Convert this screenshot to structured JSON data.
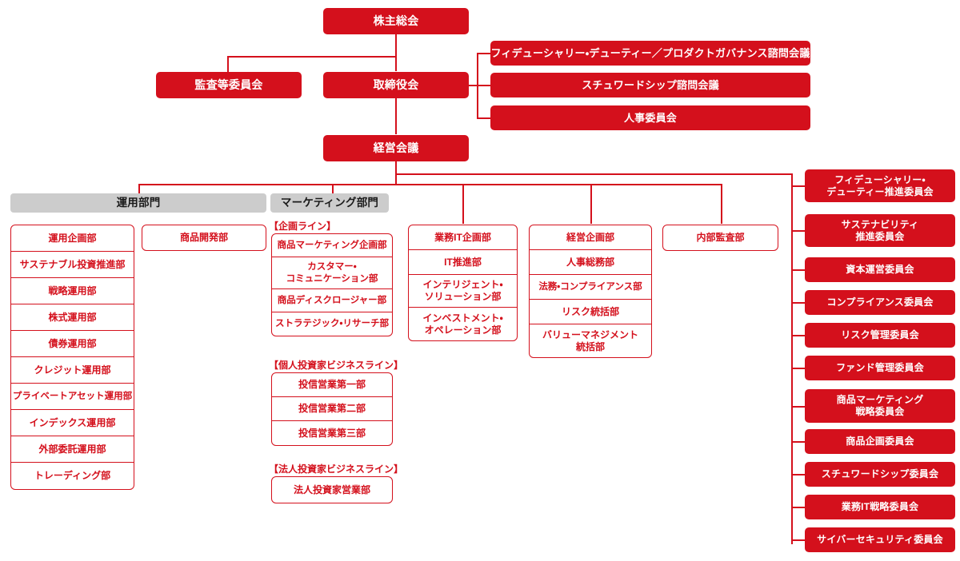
{
  "meta": {
    "title": "組織図",
    "colors": {
      "red": "#d4101c",
      "gray": "#cccccc",
      "white": "#ffffff",
      "text_dark": "#1a1a1a"
    }
  },
  "top": {
    "shareholders_meeting": "株主総会",
    "audit_committee": "監査等委員会",
    "board_of_directors": "取締役会",
    "management_meeting": "経営会議"
  },
  "advisory_councils": [
    "フィデューシャリー・デューティー／プロダクトガバナンス諮問会議",
    "スチュワードシップ諮問会議",
    "人事委員会"
  ],
  "divisions": {
    "investment": {
      "header": "運用部門",
      "departments": [
        "運用企画部",
        "サステナブル投資推進部",
        "戦略運用部",
        "株式運用部",
        "債券運用部",
        "クレジット運用部",
        "プライベートアセット運用部",
        "インデックス運用部",
        "外部委託運用部",
        "トレーディング部"
      ],
      "side_department": "商品開発部"
    },
    "marketing": {
      "header": "マーケティング部門",
      "lines": [
        {
          "label": "【企画ライン】",
          "departments": [
            "商品マーケティング企画部",
            "カスタマー・\nコミュニケーション部",
            "商品ディスクロージャー部",
            "ストラテジック・リサーチ部"
          ]
        },
        {
          "label": "【個人投資家ビジネスライン】",
          "departments": [
            "投信営業第一部",
            "投信営業第二部",
            "投信営業第三部"
          ]
        },
        {
          "label": "【法人投資家ビジネスライン】",
          "departments": [
            "法人投資家営業部"
          ]
        }
      ]
    }
  },
  "columns": {
    "it": [
      "業務IT企画部",
      "IT推進部",
      "インテリジェント・\nソリューション部",
      "インベストメント・\nオペレーション部"
    ],
    "corporate": [
      "経営企画部",
      "人事総務部",
      "法務・コンプライアンス部",
      "リスク統括部",
      "バリューマネジメント\n統括部"
    ],
    "internal_audit": "内部監査部"
  },
  "committees": [
    "フィデューシャリー・\nデューティー推進委員会",
    "サステナビリティ\n推進委員会",
    "資本運営委員会",
    "コンプライアンス委員会",
    "リスク管理委員会",
    "ファンド管理委員会",
    "商品マーケティング\n戦略委員会",
    "商品企画委員会",
    "スチュワードシップ委員会",
    "業務IT戦略委員会",
    "サイバーセキュリティ委員会"
  ]
}
